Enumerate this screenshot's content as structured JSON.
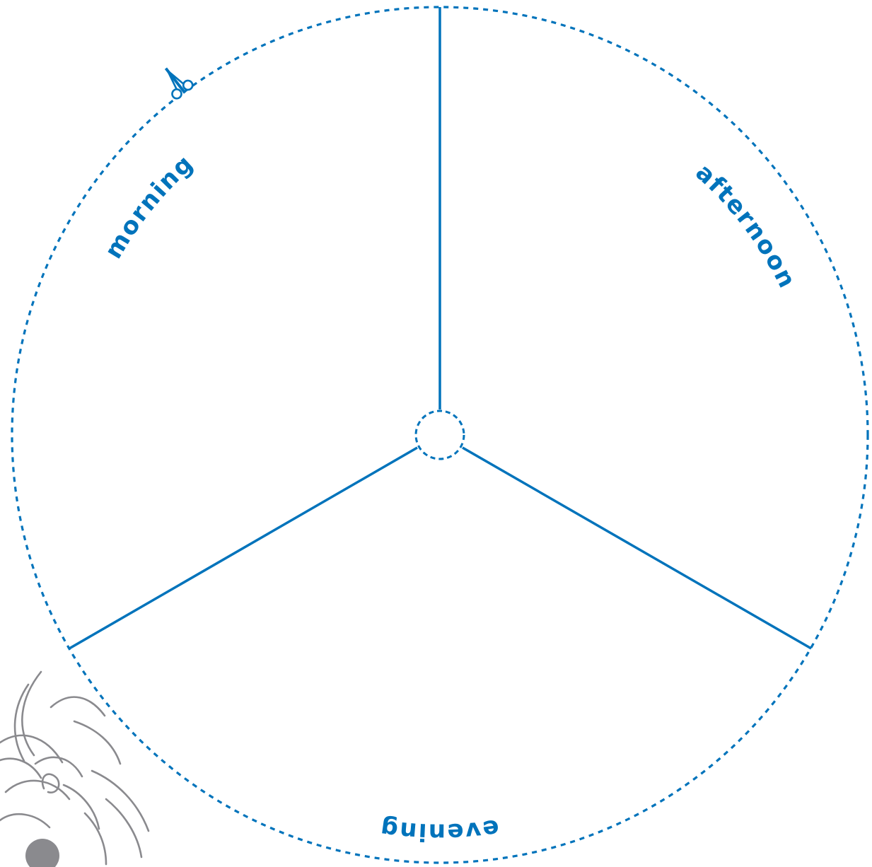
{
  "wheel": {
    "accent_color": "#0073bb",
    "decoration_color": "#8a8a8e",
    "segments": [
      {
        "label": "morning"
      },
      {
        "label": "afternoon"
      },
      {
        "label": "evening"
      }
    ],
    "cut_marker_icon": "scissors-icon",
    "corner_decoration_icon": "lion-mane-icon"
  }
}
